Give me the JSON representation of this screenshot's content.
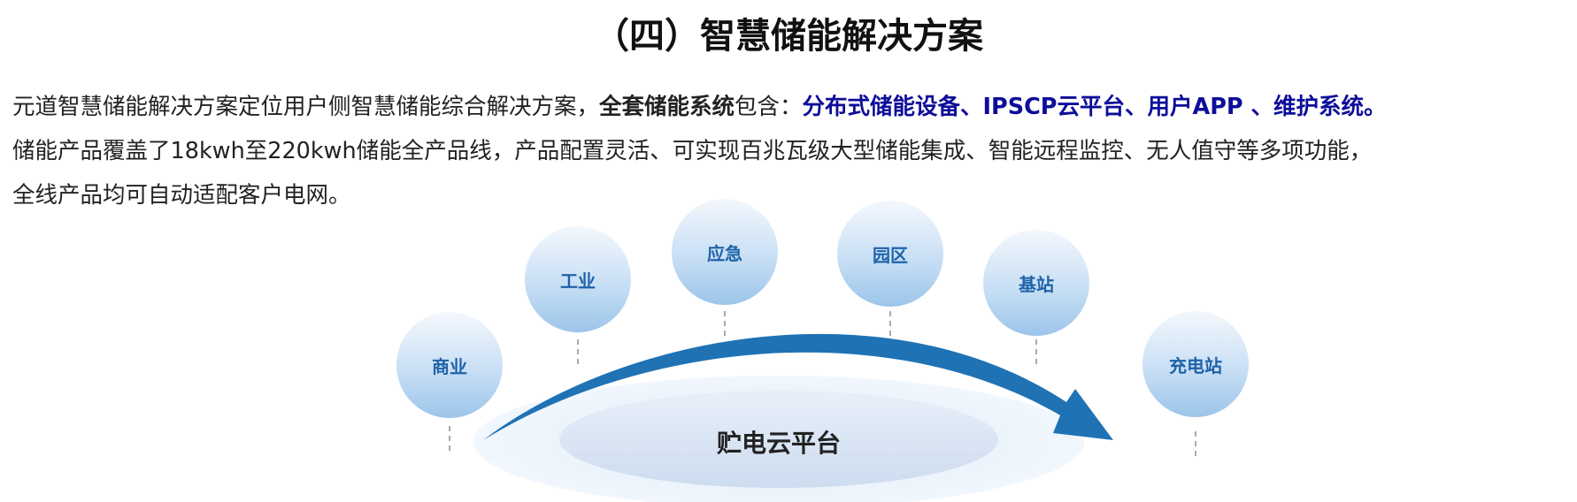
{
  "title": "（四）智慧储能解决方案",
  "paragraph": {
    "l1_a": "元道智慧储能解决方案定位用户侧智慧储能综合解决方案，",
    "l1_b": "全套储能系统",
    "l1_c": "包含：",
    "l1_d": "分布式储能设备、IPSCP云平台、用户APP 、维护系统。",
    "l2": "储能产品覆盖了18kwh至220kwh储能全产品线，产品配置灵活、可实现百兆瓦级大型储能集成、智能远程监控、无人值守等多项功能，",
    "l3": "全线产品均可自动适配客户电网。"
  },
  "diagram": {
    "nodes": [
      "商业",
      "工业",
      "应急",
      "园区",
      "基站",
      "充电站"
    ],
    "platform": "贮电云平台",
    "colors": {
      "arrow": "#1f72b4",
      "node_text": "#1f63a8",
      "highlight": "#0d0d9a"
    }
  }
}
